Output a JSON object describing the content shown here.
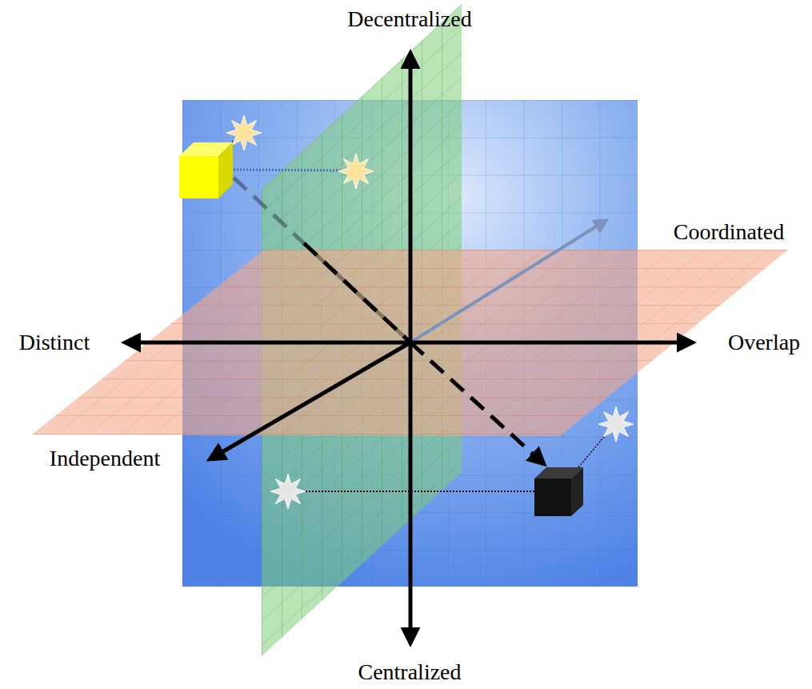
{
  "diagram": {
    "labels": [
      "Decentralized",
      "Coordinated",
      "Distinct",
      "Overlap",
      "Independent",
      "Centralized"
    ]
  }
}
